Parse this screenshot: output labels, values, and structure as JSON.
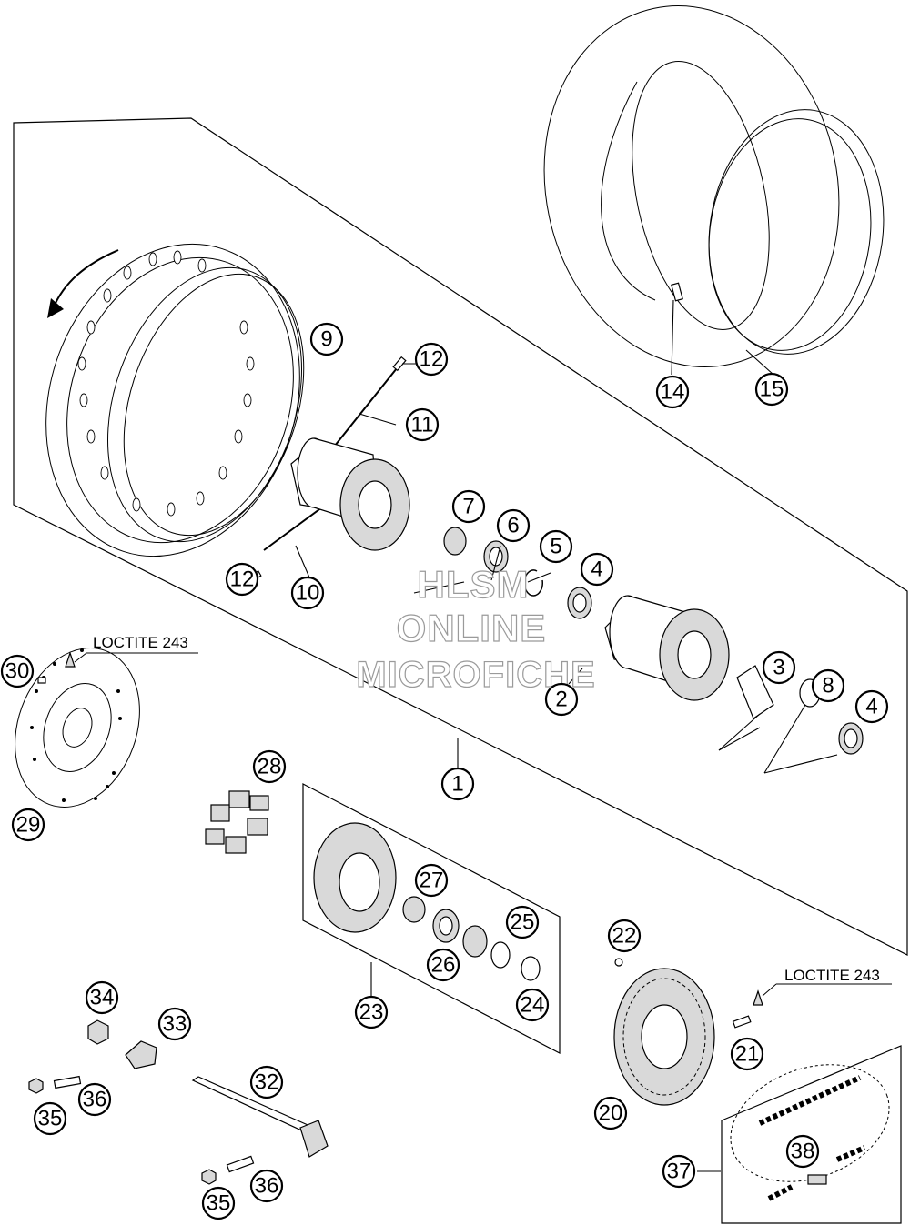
{
  "diagram": {
    "callouts": [
      {
        "id": "1",
        "label": "1"
      },
      {
        "id": "2",
        "label": "2"
      },
      {
        "id": "3",
        "label": "3"
      },
      {
        "id": "4a",
        "label": "4"
      },
      {
        "id": "4b",
        "label": "4"
      },
      {
        "id": "5",
        "label": "5"
      },
      {
        "id": "6",
        "label": "6"
      },
      {
        "id": "7",
        "label": "7"
      },
      {
        "id": "8",
        "label": "8"
      },
      {
        "id": "9",
        "label": "9"
      },
      {
        "id": "10",
        "label": "10"
      },
      {
        "id": "11",
        "label": "11"
      },
      {
        "id": "12a",
        "label": "12"
      },
      {
        "id": "12b",
        "label": "12"
      },
      {
        "id": "14",
        "label": "14"
      },
      {
        "id": "15",
        "label": "15"
      },
      {
        "id": "20",
        "label": "20"
      },
      {
        "id": "21",
        "label": "21"
      },
      {
        "id": "22",
        "label": "22"
      },
      {
        "id": "23",
        "label": "23"
      },
      {
        "id": "24",
        "label": "24"
      },
      {
        "id": "25",
        "label": "25"
      },
      {
        "id": "26",
        "label": "26"
      },
      {
        "id": "27",
        "label": "27"
      },
      {
        "id": "28",
        "label": "28"
      },
      {
        "id": "29",
        "label": "29"
      },
      {
        "id": "30",
        "label": "30"
      },
      {
        "id": "32",
        "label": "32"
      },
      {
        "id": "33",
        "label": "33"
      },
      {
        "id": "34",
        "label": "34"
      },
      {
        "id": "35a",
        "label": "35"
      },
      {
        "id": "35b",
        "label": "35"
      },
      {
        "id": "36a",
        "label": "36"
      },
      {
        "id": "36b",
        "label": "36"
      },
      {
        "id": "37",
        "label": "37"
      },
      {
        "id": "38",
        "label": "38"
      }
    ],
    "notes": {
      "loctite_left": "LOCTITE 243",
      "loctite_right": "LOCTITE 243"
    },
    "watermark": {
      "line1": "HLSM",
      "line2": "ONLINE",
      "line3": "MICROFICHE"
    }
  }
}
